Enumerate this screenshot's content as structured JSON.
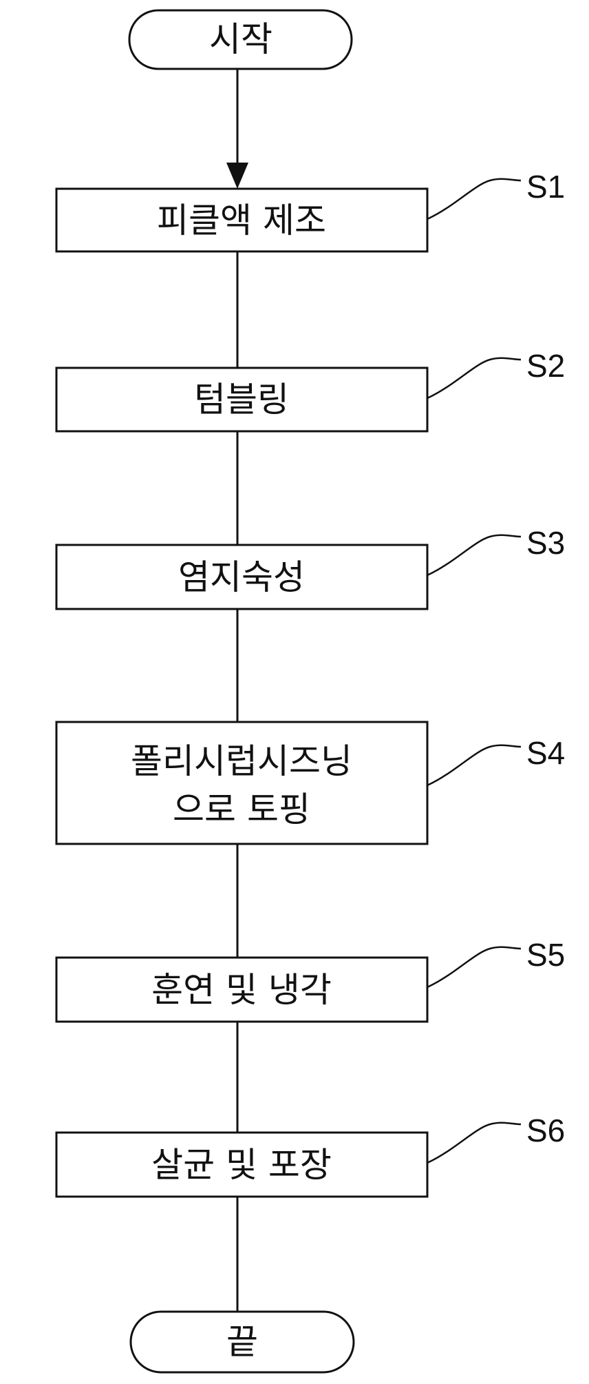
{
  "start": {
    "text": "시작"
  },
  "steps": [
    {
      "id": "S1",
      "lines": [
        "피클액 제조"
      ]
    },
    {
      "id": "S2",
      "lines": [
        "텀블링"
      ]
    },
    {
      "id": "S3",
      "lines": [
        "염지숙성"
      ]
    },
    {
      "id": "S4",
      "lines": [
        "폴리시럽시즈닝",
        "으로 토핑"
      ]
    },
    {
      "id": "S5",
      "lines": [
        "훈연 및 냉각"
      ]
    },
    {
      "id": "S6",
      "lines": [
        "살균 및 포장"
      ]
    }
  ],
  "end": {
    "text": "끝"
  }
}
